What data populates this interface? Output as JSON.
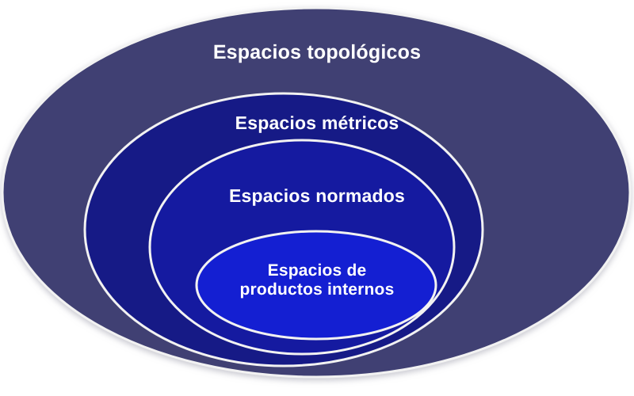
{
  "diagram": {
    "type": "nested-ellipses-venn",
    "background_color": "#ffffff",
    "stroke_color": "#f2f2f2",
    "text_color": "#ffffff",
    "layers": [
      {
        "id": "topologicos",
        "label": "Espacios topológicos",
        "fill_color": "#3f4173",
        "level": 1
      },
      {
        "id": "metricos",
        "label": "Espacios métricos",
        "fill_color": "#161a86",
        "level": 2
      },
      {
        "id": "normados",
        "label": "Espacios normados",
        "fill_color": "#151aa0",
        "level": 3
      },
      {
        "id": "productos_internos",
        "label": "Espacios de\nproductos internos",
        "fill_color": "#141fd2",
        "level": 4
      }
    ]
  }
}
